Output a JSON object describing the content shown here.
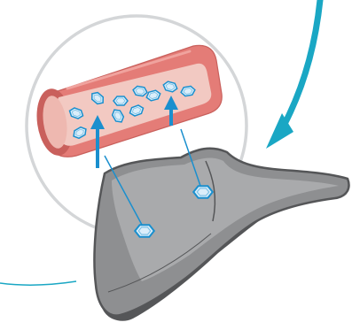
{
  "diagram": {
    "colors": {
      "background": "#ffffff",
      "magnifier_ring": "#d4d6d8",
      "vessel_wall": "#e47c77",
      "vessel_wall_dark": "#c9605c",
      "vessel_lumen": "#f2c9c2",
      "vessel_lumen_inner": "#eeb8b0",
      "molecule_fill": "#dbeefa",
      "molecule_stroke": "#1a8fce",
      "transport_arrow": "#1a8fce",
      "pointer_arrow": "#1aa7c4",
      "liver_fill": "#8e8f91",
      "liver_light": "#a9aaac",
      "liver_outline": "#555658"
    },
    "elements": [
      {
        "name": "magnifier-circle",
        "icon": "circle-outline"
      },
      {
        "name": "blood-vessel",
        "icon": "tube"
      },
      {
        "name": "molecules",
        "count": 10,
        "icon": "hexagon"
      },
      {
        "name": "transport-arrows",
        "count": 2,
        "direction": "up"
      },
      {
        "name": "liver",
        "icon": "liver-organ"
      },
      {
        "name": "liver-molecules",
        "count": 2,
        "icon": "hexagon"
      },
      {
        "name": "pointer-arrow",
        "icon": "curved-arrow",
        "direction": "down-left"
      },
      {
        "name": "lead-line",
        "icon": "curved-line"
      }
    ]
  }
}
